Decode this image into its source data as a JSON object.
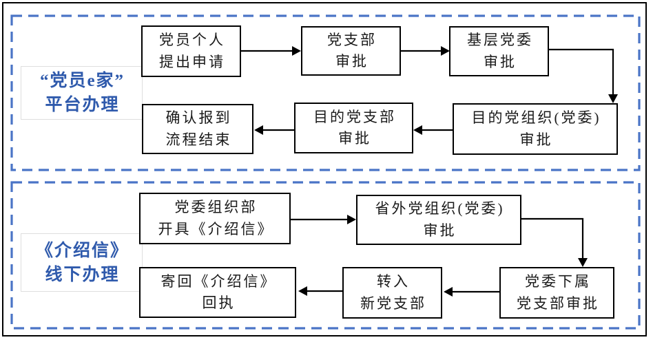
{
  "diagram": {
    "type": "flowchart",
    "colors": {
      "section_border": "#4a74c6",
      "label_text": "#2f5aac",
      "box_border": "#000000",
      "box_text": "#1a1a1a",
      "arrow": "#000000",
      "outer_border": "#000000",
      "background": "#ffffff"
    },
    "sections": [
      {
        "label": "“党员e家”\n平台办理",
        "boxes": [
          {
            "text": "党员个人\n提出申请"
          },
          {
            "text": "党支部\n审批"
          },
          {
            "text": "基层党委\n审批"
          },
          {
            "text": "目的党组织(党委)\n审批"
          },
          {
            "text": "目的党支部\n审批"
          },
          {
            "text": "确认报到\n流程结束"
          }
        ],
        "flow": [
          "党员个人提出申请 → 党支部审批",
          "党支部审批 → 基层党委审批",
          "基层党委审批 → 目的党组织(党委)审批",
          "目的党组织(党委)审批 → 目的党支部审批",
          "目的党支部审批 → 确认报到流程结束"
        ]
      },
      {
        "label": "《介绍信》\n线下办理",
        "boxes": [
          {
            "text": "党委组织部\n开具《介绍信》"
          },
          {
            "text": "省外党组织(党委)\n审批"
          },
          {
            "text": "党委下属\n党支部审批"
          },
          {
            "text": "转入\n新党支部"
          },
          {
            "text": "寄回《介绍信》\n回执"
          }
        ],
        "flow": [
          "党委组织部开具《介绍信》 → 省外党组织(党委)审批",
          "省外党组织(党委)审批 → 党委下属党支部审批",
          "党委下属党支部审批 → 转入新党支部",
          "转入新党支部 → 寄回《介绍信》回执"
        ]
      }
    ]
  }
}
